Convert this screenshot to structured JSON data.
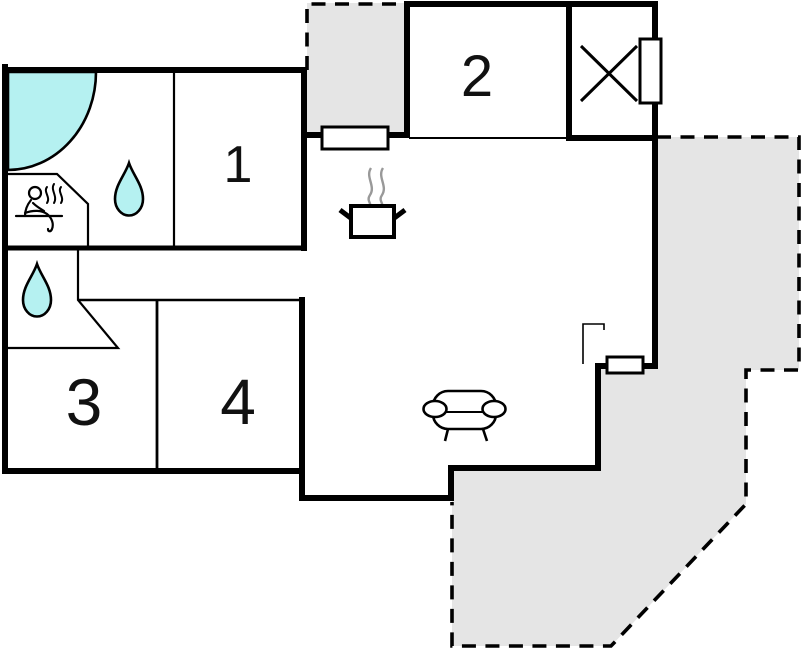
{
  "plan": {
    "title": "holiday-home-floor-plan",
    "rooms": [
      {
        "id": "bedroom-1",
        "label": "1"
      },
      {
        "id": "bedroom-2",
        "label": "2"
      },
      {
        "id": "bedroom-3",
        "label": "3"
      },
      {
        "id": "bedroom-4",
        "label": "4"
      }
    ],
    "icons": [
      {
        "name": "corner-bath-icon",
        "meaning": "corner bathtub / spa bath"
      },
      {
        "name": "sauna-icon",
        "meaning": "sauna (person on bench with steam)"
      },
      {
        "name": "water-drop-icon",
        "meaning": "water / wet room"
      },
      {
        "name": "wc-water-drop-icon",
        "meaning": "water / toilet room"
      },
      {
        "name": "cooking-pot-icon",
        "meaning": "kitchen stove with steaming pot"
      },
      {
        "name": "sofa-icon",
        "meaning": "living room sofa"
      },
      {
        "name": "window-cross-icon",
        "meaning": "utility / storage cross symbol"
      },
      {
        "name": "door-leaf-icon",
        "meaning": "open door leaf"
      }
    ],
    "areas": [
      {
        "name": "entrance-porch-area",
        "style": "dashed outline, grey fill"
      },
      {
        "name": "terrace-area",
        "style": "dashed outline, grey fill"
      }
    ],
    "colors": {
      "wall": "#000000",
      "terrace_fill": "#e5e5e5",
      "water_fill": "#b5f1f1",
      "steam": "#999999",
      "background": "#ffffff"
    }
  }
}
